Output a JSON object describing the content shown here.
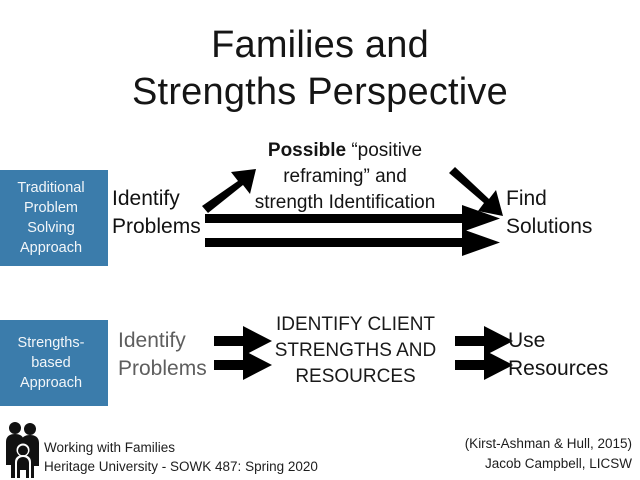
{
  "slide": {
    "title_lines": [
      "Families and",
      "Strengths Perspective"
    ],
    "background_color": "#ffffff",
    "accent_color": "#3b7cab"
  },
  "rows": {
    "traditional": {
      "box_lines": [
        "Traditional",
        "Problem",
        "Solving",
        "Approach"
      ],
      "left_label_lines": [
        "Identify",
        "Problems"
      ],
      "center_bold": "Possible",
      "center_lines": [
        " “positive",
        "reframing” and",
        "strength Identification"
      ],
      "right_label_lines": [
        "Find",
        "Solutions"
      ]
    },
    "strengths": {
      "box_lines": [
        "Strengths-",
        "based",
        "Approach"
      ],
      "left_label_lines": [
        "Identify",
        "Problems"
      ],
      "center_lines": [
        "IDENTIFY CLIENT",
        "STRENGTHS AND",
        "RESOURCES"
      ],
      "right_label_lines": [
        "Use",
        "Resources"
      ]
    }
  },
  "footer": {
    "logo_icon": "family-group-icon",
    "left_lines": [
      "Working with Families",
      "Heritage University - SOWK 487: Spring 2020"
    ],
    "right_lines": [
      "(Kirst-Ashman & Hull, 2015)",
      "Jacob Campbell, LICSW"
    ]
  }
}
